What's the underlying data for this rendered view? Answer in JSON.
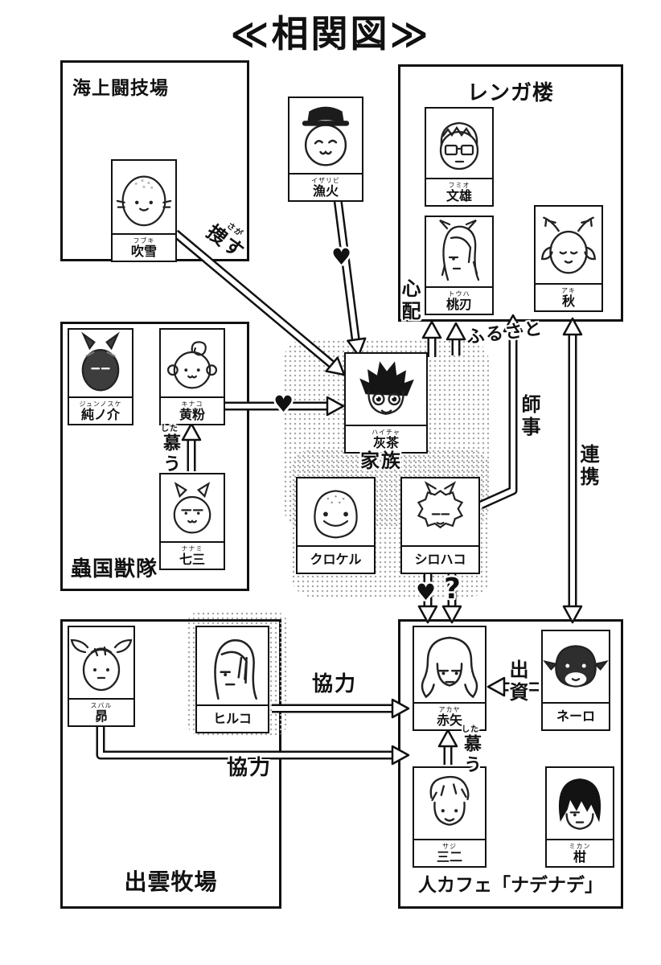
{
  "title": "≪相関図≫",
  "colors": {
    "ink": "#111111",
    "paper": "#ffffff",
    "halftone": "#a8a8a8"
  },
  "groups": {
    "arena": {
      "label": "海上闘技場"
    },
    "renga": {
      "label": "レンガ楼"
    },
    "insect": {
      "label": "蟲国獣隊"
    },
    "ranch": {
      "label": "出雲牧場"
    },
    "cafe": {
      "label": "人カフェ「ナデナデ」"
    },
    "family": {
      "label": "家族"
    }
  },
  "members": {
    "fubuki": {
      "name": "吹雪",
      "furigana": "フブキ",
      "icon": "seal-face"
    },
    "izaribi": {
      "name": "漁火",
      "furigana": "イザリビ",
      "icon": "cap-cat-face"
    },
    "fumio": {
      "name": "文雄",
      "furigana": "フミオ",
      "icon": "glasses-face"
    },
    "touha": {
      "name": "桃刃",
      "furigana": "トウハ",
      "icon": "long-hair-cat-face"
    },
    "aki": {
      "name": "秋",
      "furigana": "アキ",
      "icon": "antler-face"
    },
    "junnosuke": {
      "name": "純ノ介",
      "furigana": "ジュンノスケ",
      "icon": "dark-eared-face"
    },
    "kinako": {
      "name": "黄粉",
      "furigana": "キナコ",
      "icon": "swirl-face"
    },
    "nanami": {
      "name": "七三",
      "furigana": "ナナミ",
      "icon": "cat-face"
    },
    "haicha": {
      "name": "灰茶",
      "furigana": "ハイチャ",
      "icon": "spiky-hair-face"
    },
    "crocell": {
      "name": "クロケル",
      "furigana": "",
      "icon": "blob-face"
    },
    "shirohako": {
      "name": "シロハコ",
      "furigana": "",
      "icon": "fluffy-face"
    },
    "subaru": {
      "name": "昴",
      "furigana": "スバル",
      "icon": "cow-horn-face"
    },
    "hiruko": {
      "name": "ヒルコ",
      "furigana": "",
      "icon": "hair-over-eye-face"
    },
    "akaya": {
      "name": "赤矢",
      "furigana": "アカヤ",
      "icon": "wavy-hair-face"
    },
    "nero": {
      "name": "ネーロ",
      "furigana": "",
      "icon": "dark-goat-face"
    },
    "saji": {
      "name": "三二",
      "furigana": "サジ",
      "icon": "messy-hair-face"
    },
    "mikan": {
      "name": "柑",
      "furigana": "ミカン",
      "icon": "bob-hair-face"
    }
  },
  "relations": {
    "sagasu": {
      "label": "捜す",
      "furigana": "さが"
    },
    "love_izaribi": {
      "symbol": "♥"
    },
    "love_kinako": {
      "symbol": "♥"
    },
    "shitau_nanami": {
      "label": "慕う",
      "furigana": "した"
    },
    "shinpai": {
      "label": "心配"
    },
    "furusato": {
      "label": "ふるさと"
    },
    "shiji": {
      "label": "師事"
    },
    "renkei": {
      "label": "連携"
    },
    "love_shirohako": {
      "symbol": "♥"
    },
    "question": {
      "symbol": "?"
    },
    "kyoryoku_hiruko": {
      "label": "協力"
    },
    "kyoryoku_subaru": {
      "label": "協力"
    },
    "shusshi": {
      "label": "出資"
    },
    "shitau_saji": {
      "label": "慕う",
      "furigana": "した"
    }
  }
}
